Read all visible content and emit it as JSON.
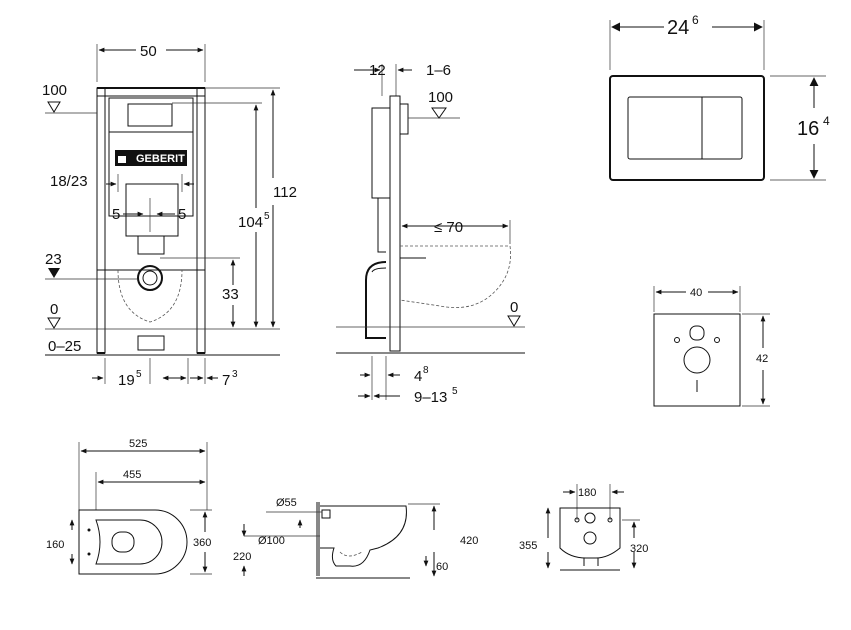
{
  "plate": {
    "width_base": "24",
    "width_sup": "6",
    "height_base": "16",
    "height_sup": "4"
  },
  "frame_front": {
    "width": "50",
    "top_level": "100",
    "spacing": "18/23",
    "offset_left": "5",
    "offset_right": "5",
    "level_23": "23",
    "height_total": "112",
    "height_inner_base": "104",
    "height_inner_sup": "5",
    "height_33": "33",
    "floor_level": "0",
    "floor_range": "0–25",
    "bottom_a_base": "19",
    "bottom_a_sup": "5",
    "bottom_b_base": "7",
    "bottom_b_sup": "3",
    "brand": "GEBERIT"
  },
  "frame_side": {
    "top_a": "12",
    "top_b": "1–6",
    "level_100": "100",
    "bowl_reach": "≤ 70",
    "floor_level": "0",
    "bottom_a_base": "4",
    "bottom_a_sup": "8",
    "bottom_b_base": "9–13",
    "bottom_b_sup": "5"
  },
  "wall_plate": {
    "width": "40",
    "height": "42"
  },
  "bowl_top": {
    "length": "525",
    "inner": "455",
    "width": "360",
    "seat": "160"
  },
  "bowl_side": {
    "pipe_small": "Ø55",
    "pipe_large": "Ø100",
    "height": "420",
    "outlet": "220",
    "depth": "60"
  },
  "bowl_back": {
    "spacing": "180",
    "height_left": "355",
    "height_right": "320"
  }
}
